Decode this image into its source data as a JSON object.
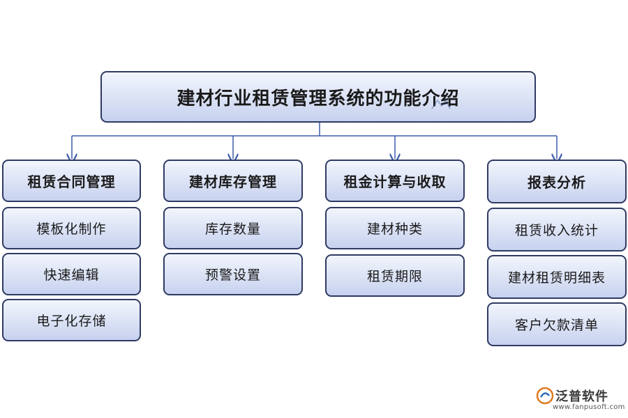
{
  "title": "建材行业租赁管理系统的功能介绍",
  "columns": [
    {
      "header": "租赁合同管理",
      "items": [
        "模板化制作",
        "快速编辑",
        "电子化存储"
      ]
    },
    {
      "header": "建材库存管理",
      "items": [
        "库存数量",
        "预警设置"
      ]
    },
    {
      "header": "租金计算与收取",
      "items": [
        "建材种类",
        "租赁期限"
      ]
    },
    {
      "header": "报表分析",
      "items": [
        "租赁收入统计",
        "建材租赁明细表",
        "客户欠款清单"
      ]
    }
  ],
  "logo": {
    "name": "泛普软件",
    "url": "www.fanpusoft.com"
  },
  "colors": {
    "border": "#2f3a63",
    "fill_top": "#f2f5fc",
    "fill_bottom": "#c7d2ef",
    "connector": "#3b5ba8"
  }
}
